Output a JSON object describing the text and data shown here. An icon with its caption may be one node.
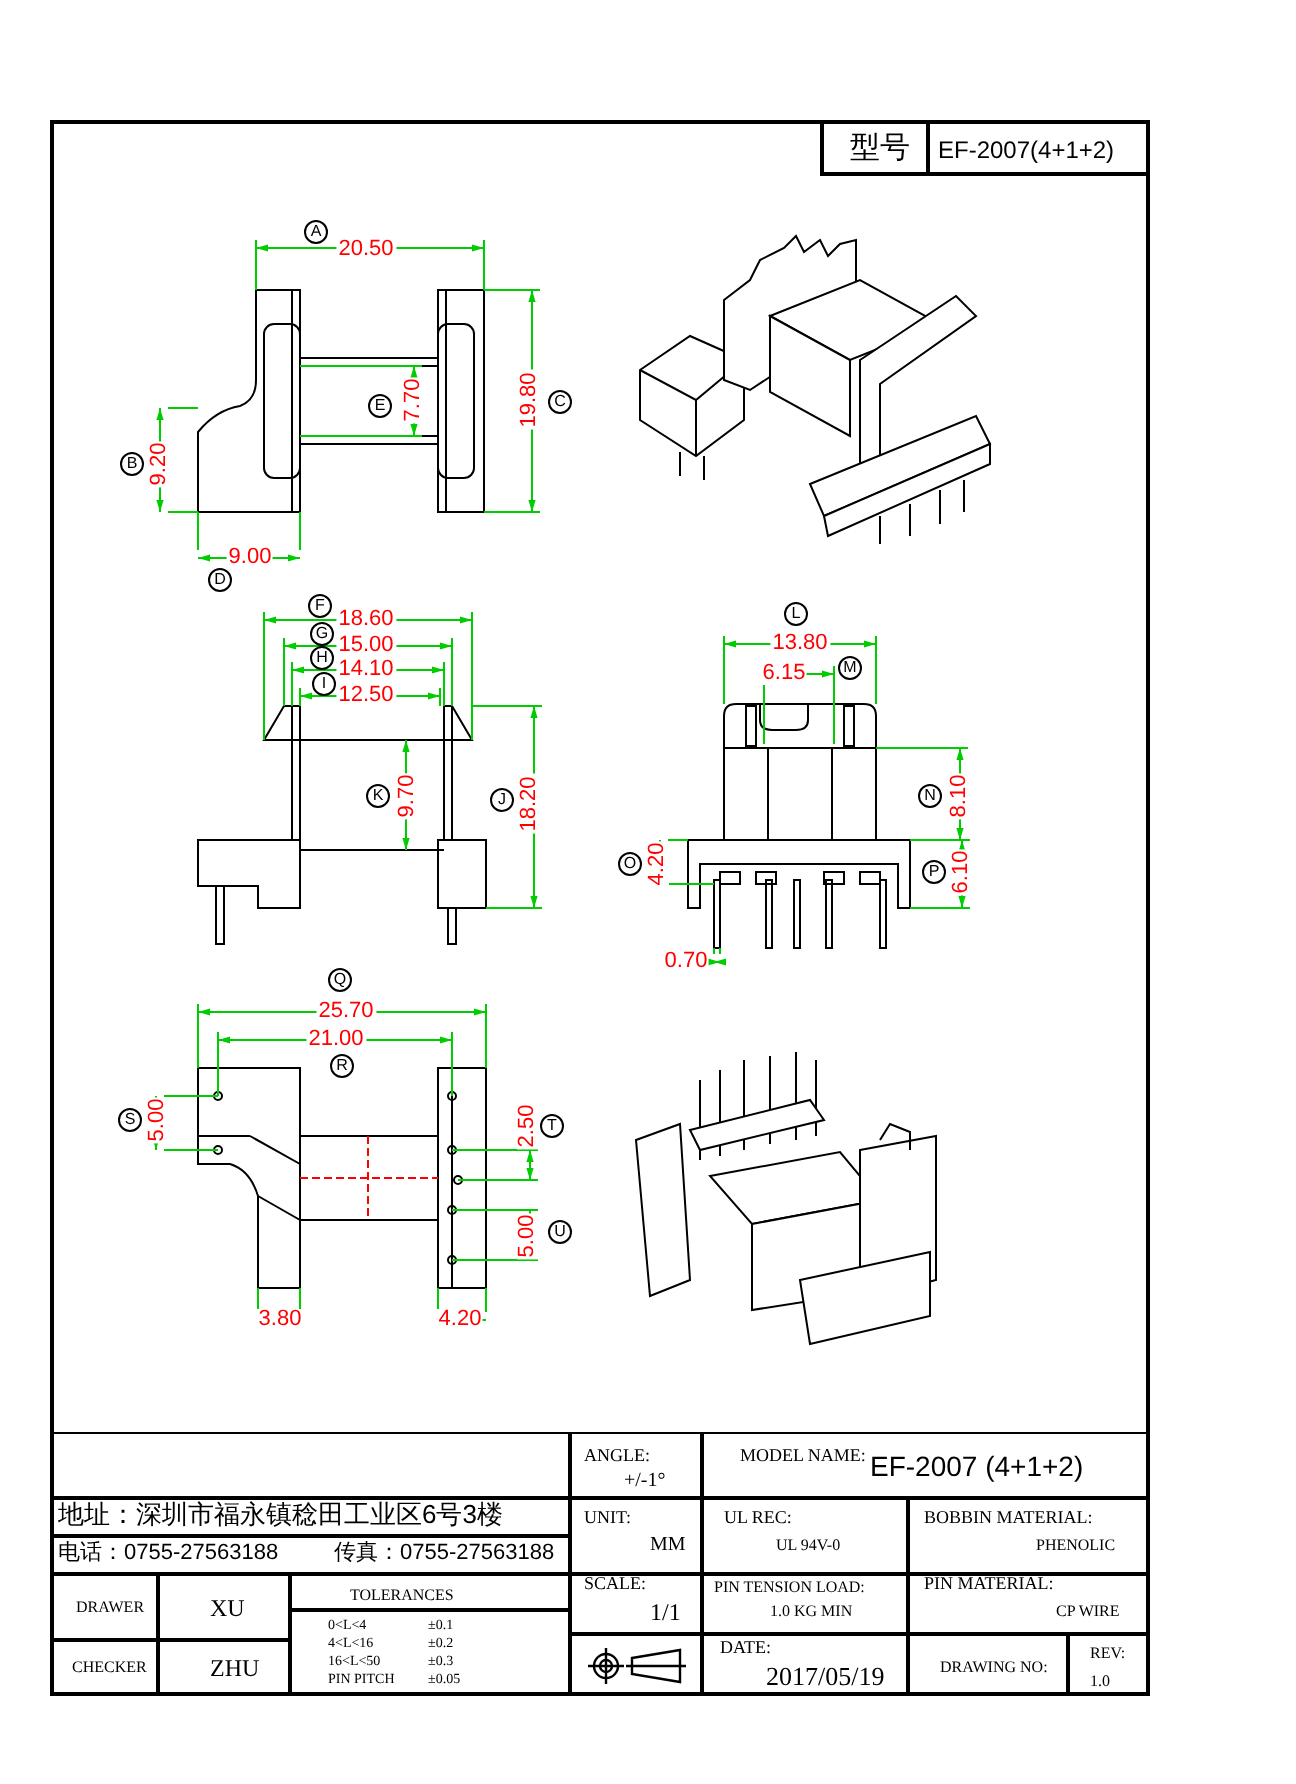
{
  "diagram": {
    "labels": [
      "型号",
      "EF-2007(4+1+2)",
      "A",
      "20.50",
      "E",
      "7.70",
      "19.80",
      "C",
      "B",
      "9.20",
      "9.00",
      "D",
      "F",
      "18.60",
      "G",
      "15.00",
      "H",
      "14.10",
      "I",
      "12.50",
      "K",
      "9.70",
      "J",
      "18.20",
      "L",
      "13.80",
      "6.15",
      "M",
      "N",
      "8.10",
      "O",
      "4.20",
      "P",
      "6.10",
      "0.70",
      "Q",
      "25.70",
      "21.00",
      "R",
      "S",
      "5.00",
      "2.50",
      "T",
      "5.00",
      "U",
      "3.80",
      "4.20",
      "ANGLE:",
      "+/-1°",
      "MODEL NAME:",
      "EF-2007 (4+1+2)",
      "地址：深圳市福永镇稔田工业区6号3楼",
      "UNIT:",
      "MM",
      "UL REC:",
      "UL 94V-0",
      "BOBBIN MATERIAL:",
      "PHENOLIC",
      "电话：0755-27563188",
      "传真：0755-27563188",
      "DRAWER",
      "XU",
      "TOLERANCES",
      "SCALE:",
      "1/1",
      "PIN TENSION LOAD:",
      "1.0 KG MIN",
      "PIN MATERIAL:",
      "CP WIRE",
      "0<L<4",
      "±0.1",
      "4<L<16",
      "±0.2",
      "16<L<50",
      "±0.3",
      "PIN PITCH",
      "±0.05",
      "CHECKER",
      "ZHU",
      "DATE:",
      "2017/05/19",
      "DRAWING NO:",
      "REV:",
      "1.0"
    ]
  }
}
